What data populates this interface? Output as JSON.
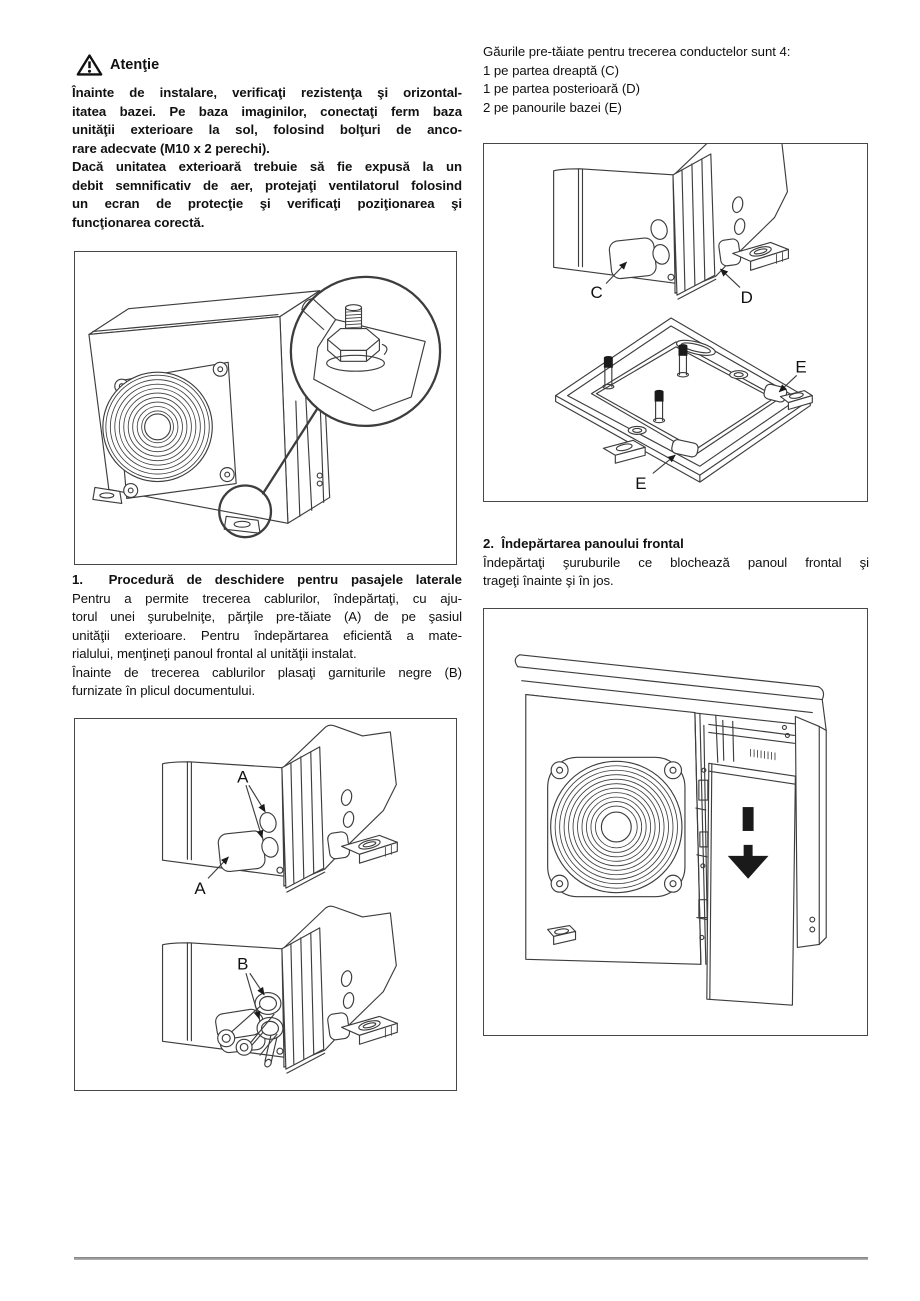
{
  "page": {
    "background": "#ffffff",
    "text_color": "#111111",
    "line_art_color": "#3d3d3d",
    "figure_border_color": "#474747",
    "divider_color": "#8f8f8f"
  },
  "warning": {
    "icon": "warning-triangle-icon",
    "title": "Atenţie",
    "lines": [
      "Înainte de instalare, verificaţi rezistenţa şi orizontal-",
      "itatea bazei. Pe baza imaginilor, conectaţi ferm baza",
      "unităţii exterioare la sol, folosind bolţuri de anco-",
      "rare adecvate (M10 x 2 perechi).",
      "Dacă unitatea exterioară trebuie să fie expusă la un",
      "debit semnificativ de aer, protejaţi ventilatorul folosind",
      "un ecran de protecţie şi verificaţi poziţionarea şi",
      "funcţionarea corectă."
    ]
  },
  "section1": {
    "heading": "1.  Procedură de deschidere pentru pasajele laterale",
    "lines": [
      "Pentru a permite trecerea cablurilor, îndepărtaţi, cu aju-",
      "torul unei şurubelniţe, părţile pre-tăiate (A) de pe şasiul",
      "unităţii exterioare. Pentru îndepărtarea eficientă a mate-",
      "rialului, menţineţi panoul frontal al unităţii instalat.",
      "Înainte de trecerea cablurilor plasaţi garniturile negre (B)",
      "furnizate în plicul documentului."
    ]
  },
  "holes_note": {
    "lines": [
      "Găurile pre-tăiate pentru trecerea conductelor sunt 4:",
      "1 pe partea dreaptă (C)",
      "1 pe partea posterioară (D)",
      "2 pe panourile bazei (E)"
    ]
  },
  "section2": {
    "heading": "2.  Îndepărtarea panoului frontal",
    "lines": [
      "Îndepărtaţi şuruburile ce blochează panoul frontal şi",
      "trageţi înainte şi în jos."
    ]
  },
  "figure_labels": {
    "a1": "A",
    "a2": "A",
    "b": "B",
    "c": "C",
    "d": "D",
    "e1": "E",
    "e2": "E"
  }
}
